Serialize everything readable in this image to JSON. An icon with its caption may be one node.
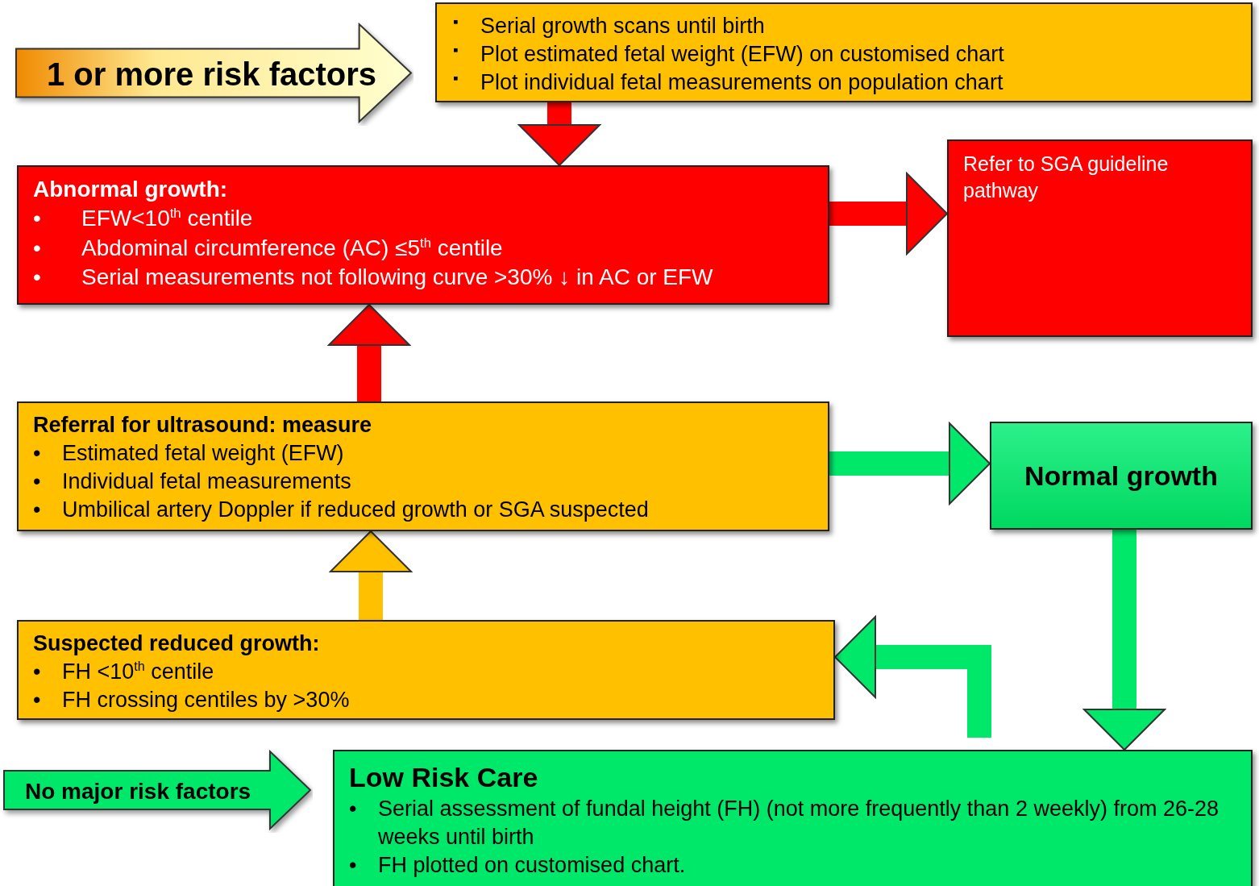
{
  "diagram": {
    "nodes": [
      {
        "text": [
          "1 or more risk factors"
        ]
      },
      {
        "text": [
          "▪ Serial growth scans until birth",
          "▪ Plot estimated fetal weight (EFW) on customised chart",
          "▪ Plot individual fetal measurements on population chart"
        ]
      },
      {
        "text": [
          "Abnormal growth:",
          "• EFW<10$^{th}$ centile",
          "• Abdominal circumference (AC) ≤5$^{th}$ centile",
          "• Serial measurements not following curve >30% ↓ in AC or EFW"
        ]
      },
      {
        "text": [
          "Refer to SGA guideline pathway"
        ]
      },
      {
        "text": [
          "Referral for ultrasound: measure",
          "• Estimated fetal weight (EFW)",
          "• Individual fetal measurements",
          "• Umbilical artery Doppler if reduced growth or SGA suspected"
        ]
      },
      {
        "text": [
          "Normal growth"
        ]
      },
      {
        "text": [
          "Suspected reduced growth:",
          "• FH <10$^{th}$ centile",
          "• FH crossing centiles by >30%"
        ]
      },
      {
        "text": [
          "No major risk factors"
        ]
      },
      {
        "text": [
          "Low Risk Care",
          "• Serial assessment of fundal height (FH) (not more frequently than 2 weekly) from 26-28 weeks until birth",
          "• FH plotted on customised chart."
        ]
      }
    ],
    "edges": [
      {
        "from": 1,
        "to": 2,
        "arrow": "to",
        "color": "#ff0000"
      },
      {
        "from": 2,
        "to": 3,
        "arrow": "to",
        "color": "#ff0000"
      },
      {
        "from": 4,
        "to": 2,
        "arrow": "to",
        "color": "#ff0000"
      },
      {
        "from": 6,
        "to": 4,
        "arrow": "to",
        "color": "#ffc000"
      },
      {
        "from": 4,
        "to": 5,
        "arrow": "to",
        "color": "#00e86a"
      },
      {
        "from": 5,
        "to": 8,
        "arrow": "to",
        "color": "#00e86a"
      },
      {
        "from": 8,
        "to": 6,
        "arrow": "to",
        "color": "#00e86a"
      }
    ]
  }
}
